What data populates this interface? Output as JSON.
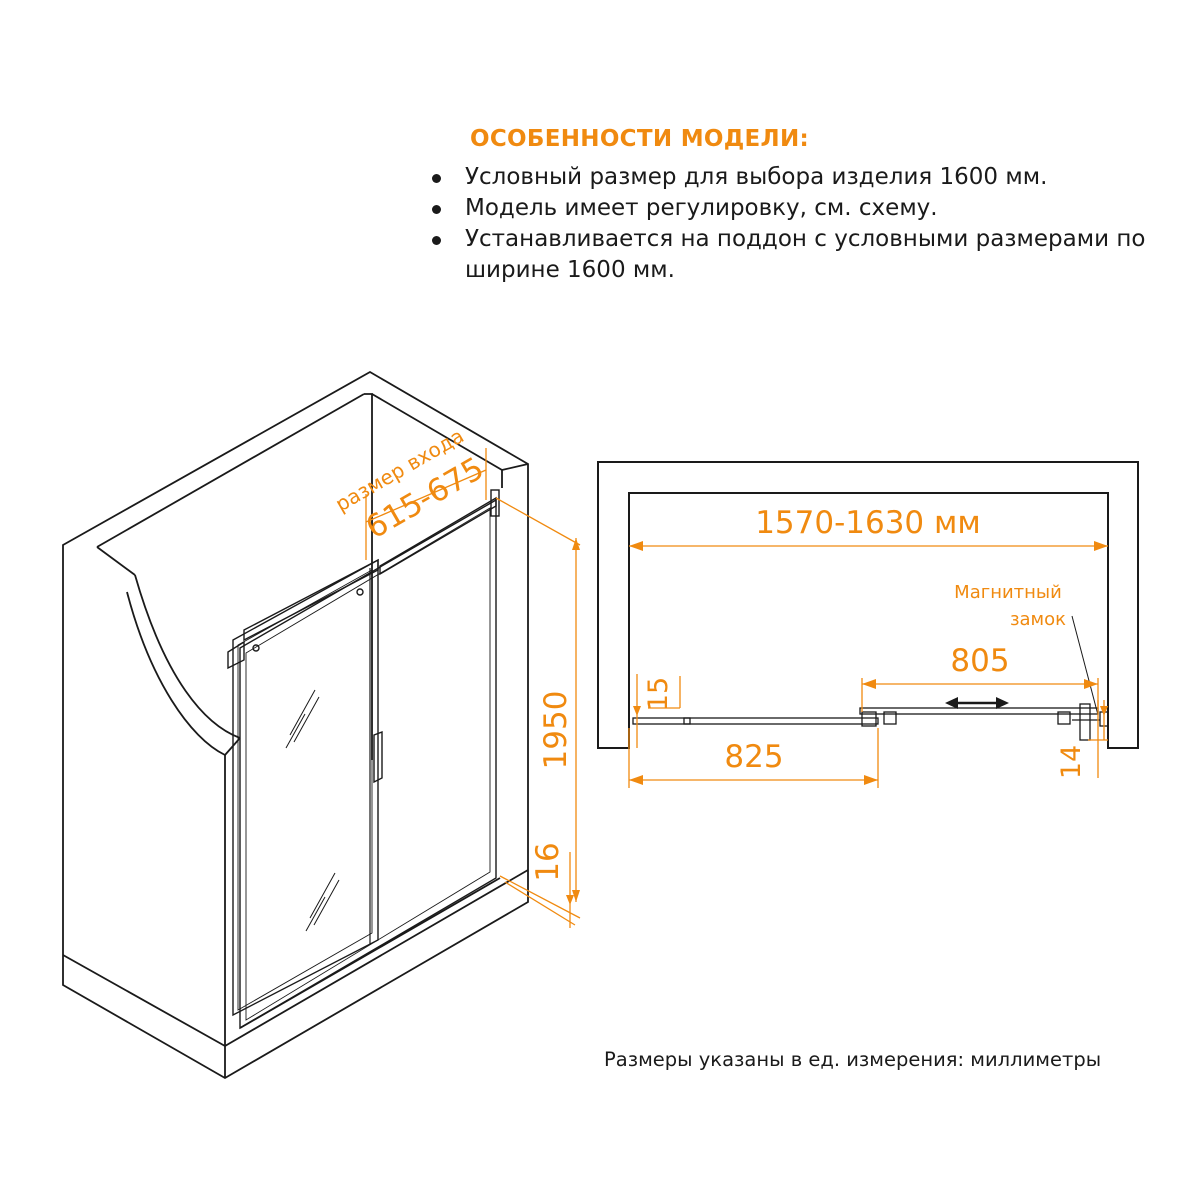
{
  "features": {
    "title": "ОСОБЕННОСТИ МОДЕЛИ:",
    "items": [
      "Условный размер для выбора изделия 1600 мм.",
      "Модель имеет регулировку, см. схему.",
      "Устанавливается на поддон с условными размерами по ширине 1600 мм."
    ]
  },
  "iso_view": {
    "entrance_label": "размер входа",
    "entrance_size": "615-675",
    "height": "1950",
    "base_height": "16"
  },
  "plan_view": {
    "width_range": "1570-1630 мм",
    "magnet_label_line1": "Магнитный",
    "magnet_label_line2": "замок",
    "sliding_width": "805",
    "fixed_width": "825",
    "left_gap": "15",
    "right_gap": "14"
  },
  "units_note": "Размеры указаны в ед. измерения: миллиметры",
  "colors": {
    "accent": "#f08a10",
    "line": "#1a1a1a"
  }
}
